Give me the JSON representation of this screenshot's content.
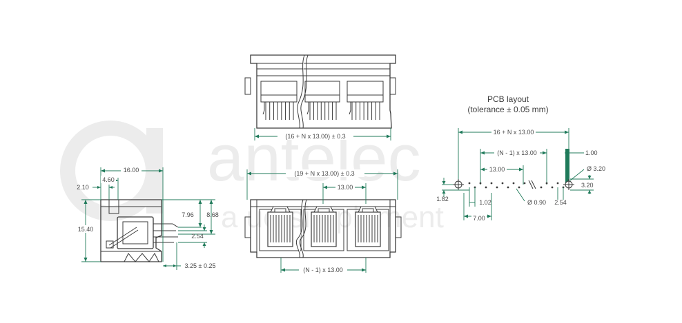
{
  "watermark": {
    "brand": "antelec",
    "tagline": "a                ue simplement"
  },
  "pcb_layout": {
    "title": "PCB layout",
    "subtitle": "(tolerance ± 0.05 mm)"
  },
  "dimensions": {
    "side_16_00": "16.00",
    "side_4_60": "4.60",
    "side_2_10": "2.10",
    "side_15_40": "15.40",
    "side_7_96": "7.96",
    "side_8_68": "8.68",
    "side_2_54": "2.54",
    "side_3_25": "3.25 ± 0.25",
    "top_width": "(16 + N x 13.00) ± 0.3",
    "front_width": "(19 + N x 13.00) ± 0.3",
    "front_pitch": "13.00",
    "front_span": "(N - 1) x 13.00",
    "pcb_total": "16 + N x 13.00",
    "pcb_span": "(N - 1) x 13.00",
    "pcb_pitch": "13.00",
    "pcb_1_00": "1.00",
    "pcb_dia_3_20": "Ø 3.20",
    "pcb_3_20": "3.20",
    "pcb_1_82": "1.82",
    "pcb_1_02": "1.02",
    "pcb_dia_0_90": "Ø 0.90",
    "pcb_2_54": "2.54",
    "pcb_7_00": "7.00"
  }
}
